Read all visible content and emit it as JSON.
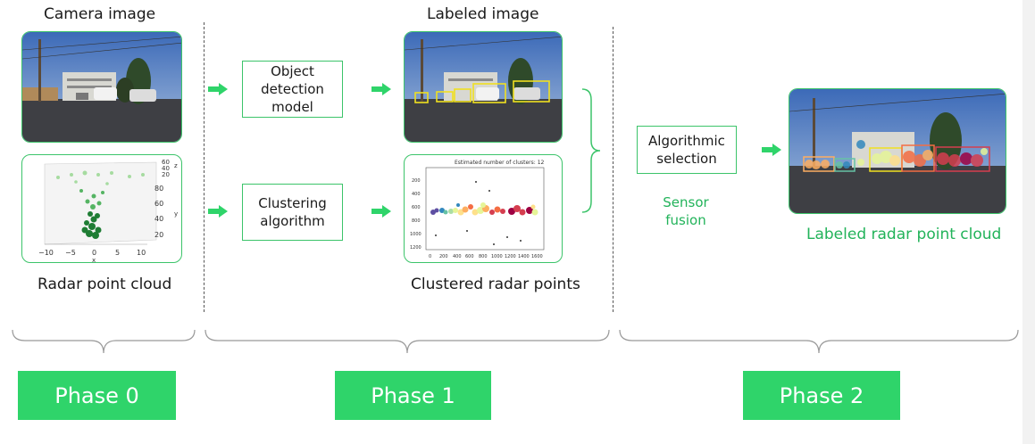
{
  "phase0": {
    "top_label": "Camera image",
    "bottom_label": "Radar point cloud",
    "phase_label": "Phase 0",
    "plot_ticks_x": [
      "−10",
      "−5",
      "0",
      "5",
      "10"
    ],
    "plot_ticks_y": [
      "20",
      "40",
      "60",
      "80"
    ],
    "plot_ticks_z": [
      "20",
      "40",
      "60"
    ],
    "axis_x": "x",
    "axis_y": "y",
    "axis_z": "z"
  },
  "phase1": {
    "detection_model": "Object\ndetection\nmodel",
    "clustering_algorithm": "Clustering\nalgorithm",
    "labeled_image_label": "Labeled image",
    "clustered_label": "Clustered radar points",
    "cluster_plot_title": "Estimated number of clusters: 12",
    "cluster_ticks_x": [
      "0",
      "200",
      "400",
      "600",
      "800",
      "1000",
      "1200",
      "1400",
      "1600"
    ],
    "cluster_ticks_y": [
      "200",
      "400",
      "600",
      "800",
      "1000",
      "1200"
    ],
    "phase_label": "Phase 1"
  },
  "phase2": {
    "algorithmic_selection": "Algorithmic\nselection",
    "sensor_fusion": "Sensor\nfusion",
    "output_label": "Labeled radar point cloud",
    "phase_label": "Phase 2"
  },
  "colors": {
    "accent_green": "#2fd46a",
    "border_green": "#3cc46a",
    "bbox_yellow": "#f0e020"
  }
}
